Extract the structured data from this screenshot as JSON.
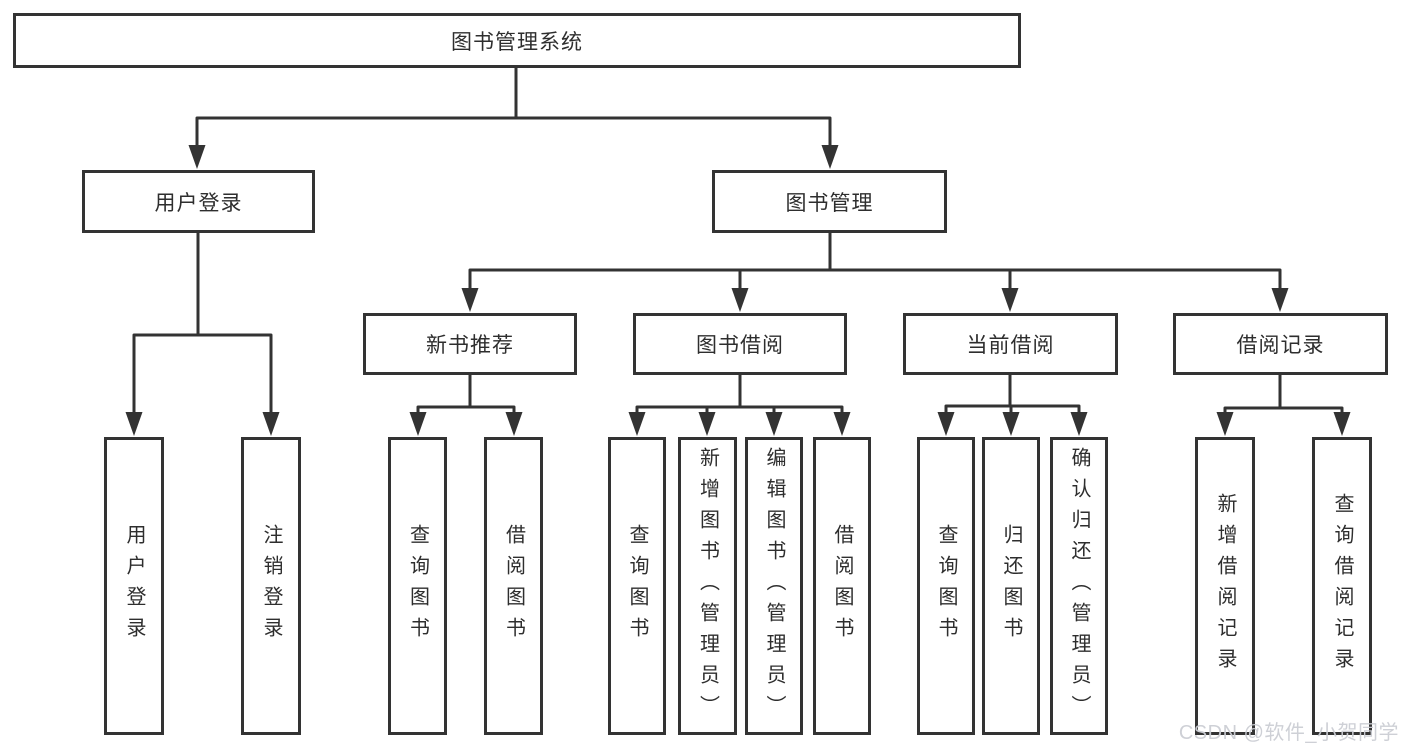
{
  "tree": {
    "label": "图书管理系统",
    "children": [
      {
        "label": "用户登录",
        "children": [
          {
            "label": "用户登录"
          },
          {
            "label": "注销登录"
          }
        ]
      },
      {
        "label": "图书管理",
        "children": [
          {
            "label": "新书推荐",
            "children": [
              {
                "label": "查询图书"
              },
              {
                "label": "借阅图书"
              }
            ]
          },
          {
            "label": "图书借阅",
            "children": [
              {
                "label": "查询图书"
              },
              {
                "label": "新增图书（管理员）"
              },
              {
                "label": "编辑图书（管理员）"
              },
              {
                "label": "借阅图书"
              }
            ]
          },
          {
            "label": "当前借阅",
            "children": [
              {
                "label": "查询图书"
              },
              {
                "label": "归还图书"
              },
              {
                "label": "确认归还（管理员）"
              }
            ]
          },
          {
            "label": "借阅记录",
            "children": [
              {
                "label": "新增借阅记录"
              },
              {
                "label": "查询借阅记录"
              }
            ]
          }
        ]
      }
    ]
  },
  "watermark": "CSDN @软件_小贺同学",
  "colors": {
    "line": "#333333",
    "text": "#2e2e2e",
    "watermark": "#cbcdd4",
    "background": "#ffffff"
  }
}
